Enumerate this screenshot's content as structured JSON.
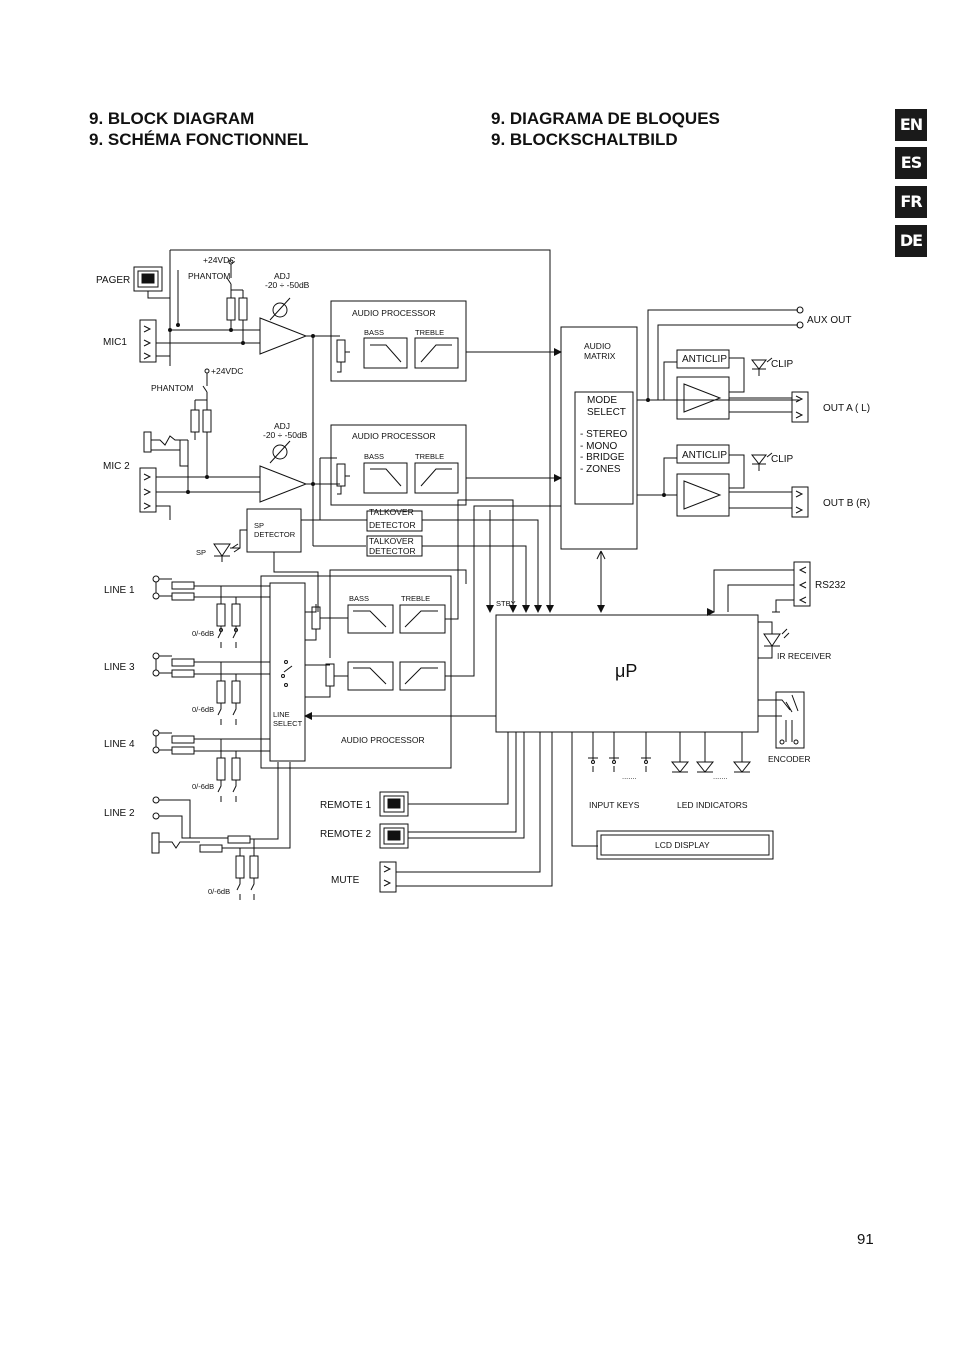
{
  "headings": {
    "en": "9. BLOCK DIAGRAM",
    "fr": "9. SCHÉMA FONCTIONNEL",
    "es": "9. DIAGRAMA DE BLOQUES",
    "de": "9. BLOCKSCHALTBILD"
  },
  "language_tabs": [
    "EN",
    "ES",
    "FR",
    "DE"
  ],
  "page_number": "91",
  "diagram": {
    "inputs": {
      "pager": "PAGER",
      "mic1": "MIC1",
      "mic2": "MIC 2",
      "line1": "LINE 1",
      "line3": "LINE 3",
      "line4": "LINE 4",
      "line2": "LINE 2",
      "remote1": "REMOTE 1",
      "remote2": "REMOTE 2",
      "mute": "MUTE"
    },
    "power": {
      "vdc1": "+24VDC",
      "phantom1": "PHANTOM",
      "vdc2": "+24VDC",
      "phantom2": "PHANTOM"
    },
    "adjust": {
      "adj1": "ADJ",
      "range1": "-20 ÷ -50dB",
      "adj2": "ADJ",
      "range2": "-20 ÷ -50dB"
    },
    "attenuators": [
      "0/-6dB",
      "0/-6dB",
      "0/-6dB",
      "0/-6dB"
    ],
    "audio_processor": "AUDIO PROCESSOR",
    "bass": "BASS",
    "treble": "TREBLE",
    "sp_detector": [
      "SP",
      "DETECTOR"
    ],
    "sp": "SP",
    "talkover_detector": [
      "TALKOVER",
      "DETECTOR"
    ],
    "line_select": [
      "LINE",
      "SELECT"
    ],
    "stby": "STBY",
    "audio_matrix": [
      "AUDIO",
      "MATRIX"
    ],
    "mode_select": [
      "MODE",
      "SELECT"
    ],
    "modes": [
      "- STEREO",
      "- MONO",
      "- BRIDGE",
      "- ZONES"
    ],
    "anticlip": "ANTICLIP",
    "clip": "CLIP",
    "aux_out": "AUX OUT",
    "out_a": "OUT A ( L)",
    "out_b": "OUT B (R)",
    "rs232": "RS232",
    "ir_receiver": "IR RECEIVER",
    "encoder": "ENCODER",
    "microprocessor": "μP",
    "input_keys": "INPUT KEYS",
    "led_indicators": "LED INDICATORS",
    "lcd_display": "LCD DISPLAY",
    "ellipsis": "......."
  }
}
